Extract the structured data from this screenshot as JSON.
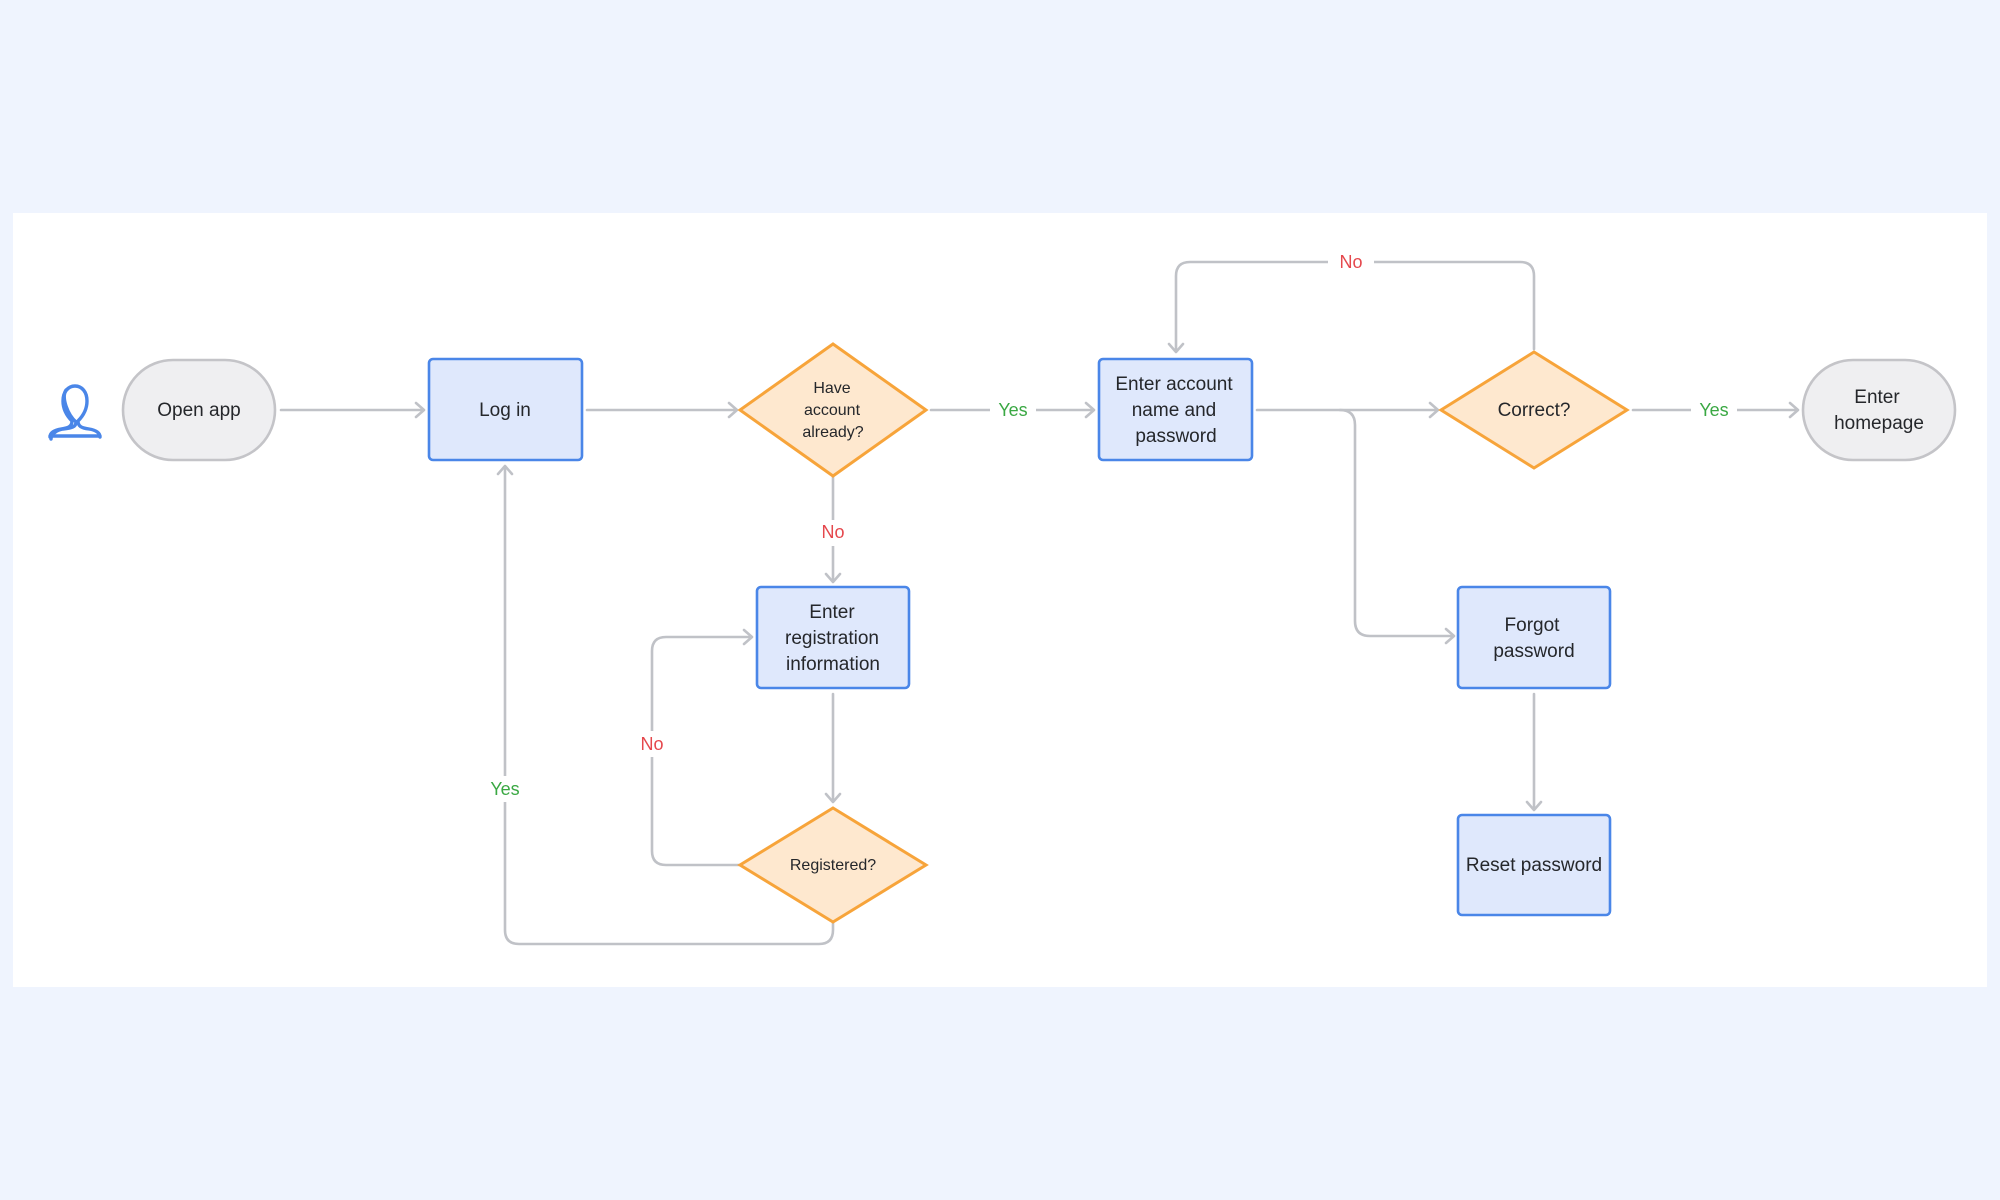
{
  "nodes": {
    "open_app": "Open app",
    "log_in": "Log in",
    "have_account": [
      "Have",
      "account",
      "already?"
    ],
    "enter_credentials": [
      "Enter account",
      "name and",
      "password"
    ],
    "correct": "Correct?",
    "enter_homepage": [
      "Enter",
      "homepage"
    ],
    "enter_registration": [
      "Enter",
      "registration",
      "information"
    ],
    "registered": "Registered?",
    "forgot_password": [
      "Forgot",
      "password"
    ],
    "reset_password": "Reset password"
  },
  "edge_labels": {
    "have_account_yes": "Yes",
    "have_account_no": "No",
    "correct_yes": "Yes",
    "correct_no": "No",
    "registered_yes": "Yes",
    "registered_no": "No"
  },
  "colors": {
    "page_background": "#eff4fe",
    "canvas": "#ffffff",
    "connector": "#c0c2c7",
    "process_fill": "#dfe8fc",
    "process_stroke": "#4a86e8",
    "decision_fill": "#fee8cf",
    "decision_stroke": "#f7a43a",
    "terminal_fill": "#efeff1",
    "terminal_stroke": "#c4c4c8",
    "yes_label": "#3aa843",
    "no_label": "#e5484d",
    "user_icon": "#4a86e8"
  },
  "icons": {
    "actor": "user-icon"
  }
}
